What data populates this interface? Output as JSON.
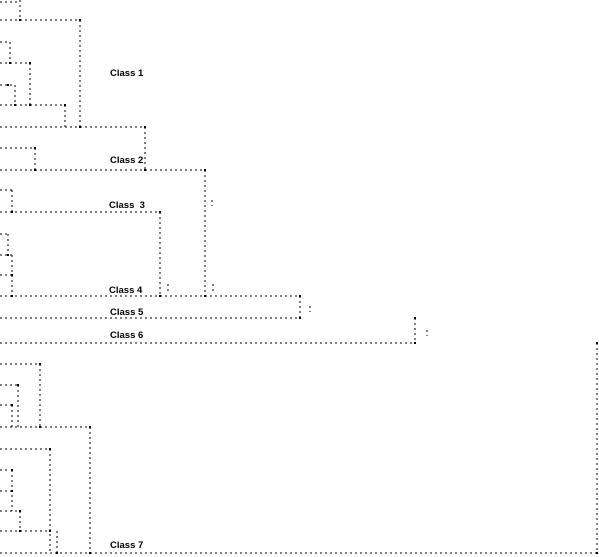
{
  "classes": [
    {
      "label": "Class 1"
    },
    {
      "label": "Class 2"
    },
    {
      "label": "Class  3"
    },
    {
      "label": "Class 4"
    },
    {
      "label": "Class 5"
    },
    {
      "label": "Class 6"
    },
    {
      "label": "Class 7"
    }
  ]
}
